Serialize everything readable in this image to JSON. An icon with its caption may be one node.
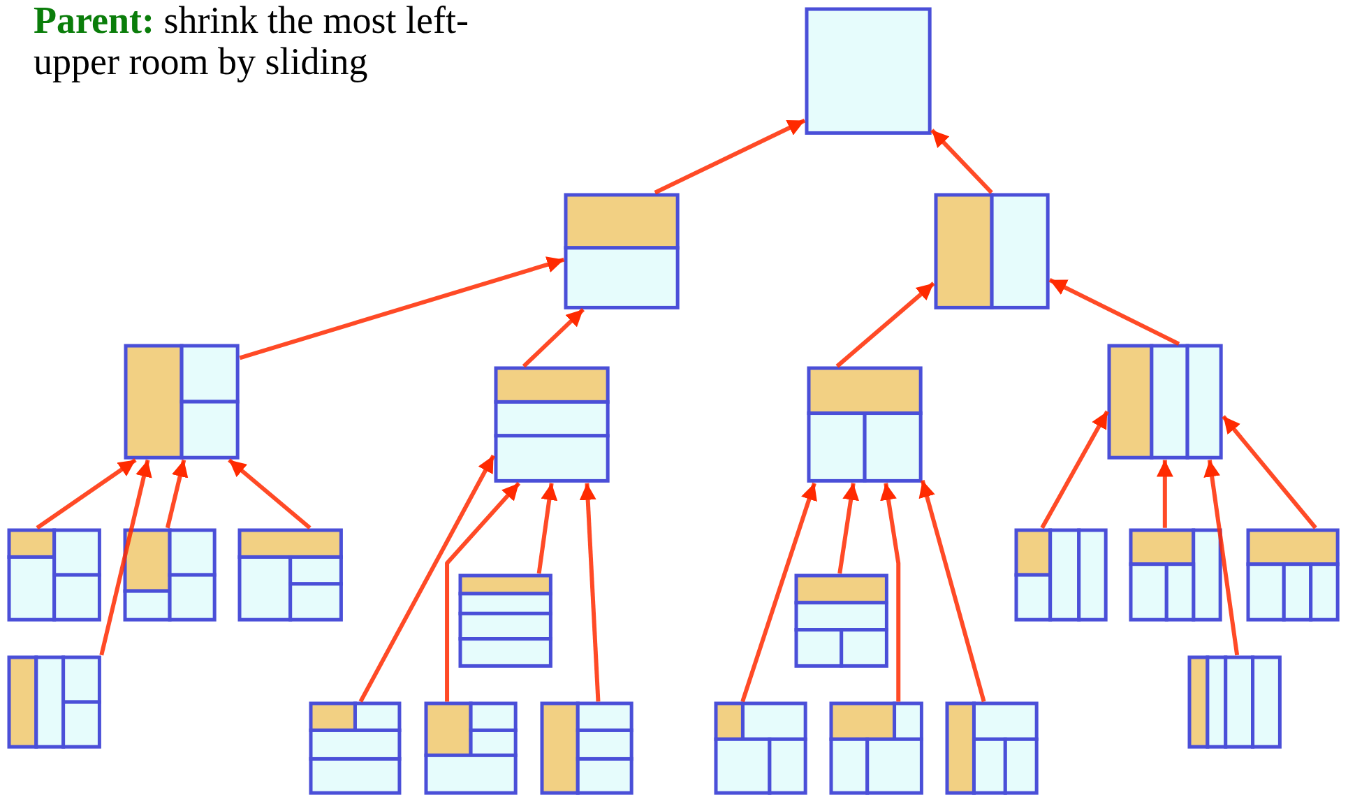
{
  "diagram": {
    "title": "**Parent:** shrink the most left-upper room by sliding",
    "nodes": [
      {
        "text": [],
        "shape": "box"
      },
      {
        "text": [],
        "shape": "box"
      },
      {
        "text": [],
        "shape": "box"
      },
      {
        "text": [],
        "shape": "box"
      },
      {
        "text": [],
        "shape": "box"
      },
      {
        "text": [],
        "shape": "box"
      },
      {
        "text": [],
        "shape": "box"
      },
      {
        "text": [],
        "shape": "box"
      },
      {
        "text": [],
        "shape": "box"
      },
      {
        "text": [],
        "shape": "box"
      },
      {
        "text": [],
        "shape": "box"
      },
      {
        "text": [],
        "shape": "box"
      },
      {
        "text": [],
        "shape": "box"
      },
      {
        "text": [],
        "shape": "box"
      },
      {
        "text": [],
        "shape": "box"
      },
      {
        "text": [],
        "shape": "box"
      },
      {
        "text": [],
        "shape": "box"
      },
      {
        "text": [],
        "shape": "box"
      },
      {
        "text": [],
        "shape": "box"
      },
      {
        "text": [],
        "shape": "box"
      },
      {
        "text": [],
        "shape": "box"
      },
      {
        "text": [],
        "shape": "box"
      },
      {
        "text": [],
        "shape": "box"
      }
    ],
    "edges": [
      {
        "from": 1,
        "to": 0,
        "arrow": "to"
      },
      {
        "from": 2,
        "to": 0,
        "arrow": "to"
      },
      {
        "from": 3,
        "to": 1,
        "arrow": "to"
      },
      {
        "from": 4,
        "to": 1,
        "arrow": "to"
      },
      {
        "from": 5,
        "to": 2,
        "arrow": "to"
      },
      {
        "from": 6,
        "to": 2,
        "arrow": "to"
      },
      {
        "from": 7,
        "to": 3,
        "arrow": "to"
      },
      {
        "from": 15,
        "to": 3,
        "arrow": "to"
      },
      {
        "from": 8,
        "to": 3,
        "arrow": "to"
      },
      {
        "from": 9,
        "to": 3,
        "arrow": "to"
      },
      {
        "from": 16,
        "to": 4,
        "arrow": "to"
      },
      {
        "from": 17,
        "to": 4,
        "arrow": "to"
      },
      {
        "from": 10,
        "to": 4,
        "arrow": "to"
      },
      {
        "from": 18,
        "to": 4,
        "arrow": "to"
      },
      {
        "from": 19,
        "to": 5,
        "arrow": "to"
      },
      {
        "from": 11,
        "to": 5,
        "arrow": "to"
      },
      {
        "from": 20,
        "to": 5,
        "arrow": "to"
      },
      {
        "from": 21,
        "to": 5,
        "arrow": "to"
      },
      {
        "from": 12,
        "to": 6,
        "arrow": "to"
      },
      {
        "from": 13,
        "to": 6,
        "arrow": "to"
      },
      {
        "from": 22,
        "to": 6,
        "arrow": "to"
      },
      {
        "from": 14,
        "to": 6,
        "arrow": "to"
      }
    ]
  }
}
